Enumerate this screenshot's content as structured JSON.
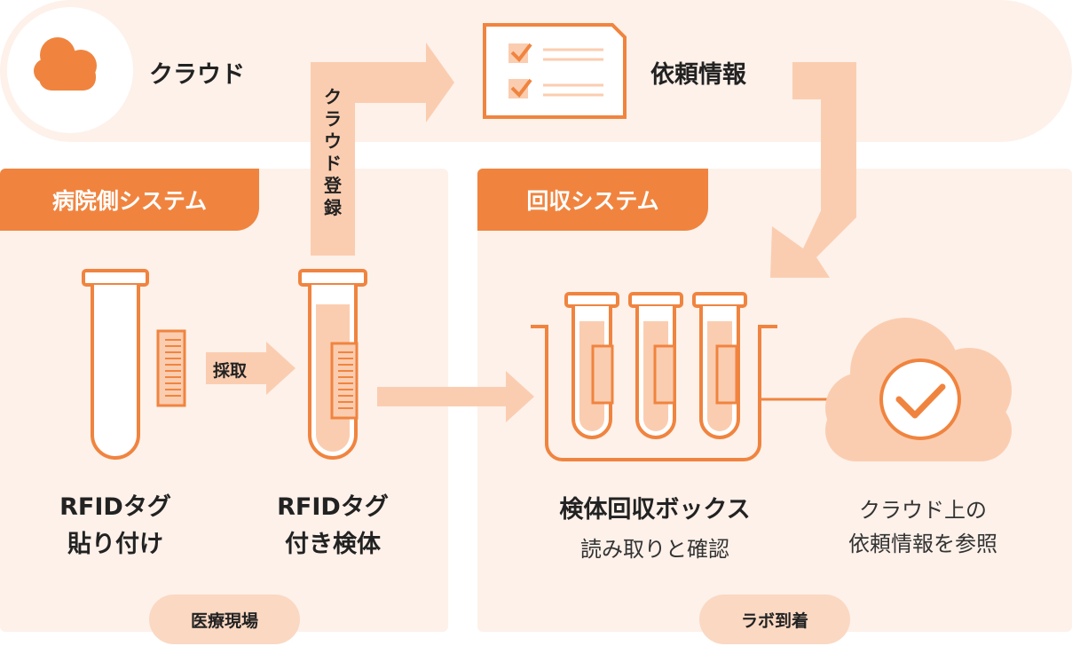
{
  "cloud": {
    "label": "クラウド",
    "icon": "cloud-icon"
  },
  "request_info": {
    "label": "依頼情報",
    "icon": "checklist-document-icon"
  },
  "cloud_registration": {
    "label": "クラウド登録"
  },
  "hospital_system": {
    "title": "病院側システム",
    "steps": [
      {
        "label": "RFIDタグ\n貼り付け"
      },
      {
        "label": "RFIDタグ\n付き検体"
      }
    ],
    "arrow_label": "採取",
    "location": "医療現場"
  },
  "collection_system": {
    "title": "回収システム",
    "box_label": "検体回収ボックス",
    "box_sublabel": "読み取りと確認",
    "cloud_check_label": "クラウド上の\n依頼情報を参照",
    "location": "ラボ到着"
  },
  "colors": {
    "accent": "#f0843f",
    "light": "#fbd8c2",
    "panel": "#fdf1ea",
    "arrow": "#fbcdb0"
  }
}
